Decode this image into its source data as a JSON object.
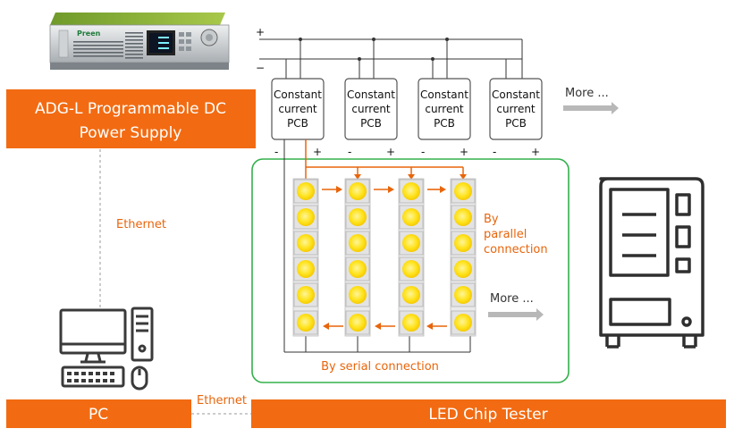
{
  "banner_top": {
    "line1": "ADG-L Programmable DC",
    "line2": "Power Supply"
  },
  "banner_pc": "PC",
  "banner_tester": "LED Chip Tester",
  "psu": {
    "brand": "Preen"
  },
  "ethernet_vertical": "Ethernet",
  "ethernet_bottom": "Ethernet",
  "pcb_boxes": [
    {
      "line1": "Constant",
      "line2": "current",
      "line3": "PCB",
      "minus": "-",
      "plus": "+"
    },
    {
      "line1": "Constant",
      "line2": "current",
      "line3": "PCB",
      "minus": "-",
      "plus": "+"
    },
    {
      "line1": "Constant",
      "line2": "current",
      "line3": "PCB",
      "minus": "-",
      "plus": "+"
    },
    {
      "line1": "Constant",
      "line2": "current",
      "line3": "PCB",
      "minus": "-",
      "plus": "+"
    }
  ],
  "bus": {
    "plus": "+",
    "minus": "−"
  },
  "more_top": "More ...",
  "more_mid": "More ...",
  "parallel_label": {
    "line1": "By",
    "line2": "parallel",
    "line3": "connection"
  },
  "serial_label": "By serial connection",
  "colors": {
    "orange": "#f26b12",
    "green": "#33b04b",
    "arrow": "#e8650c",
    "gray": "#9a9a9a"
  },
  "icons": [
    "computer-icon",
    "led-tester-machine-icon",
    "power-supply-device"
  ]
}
